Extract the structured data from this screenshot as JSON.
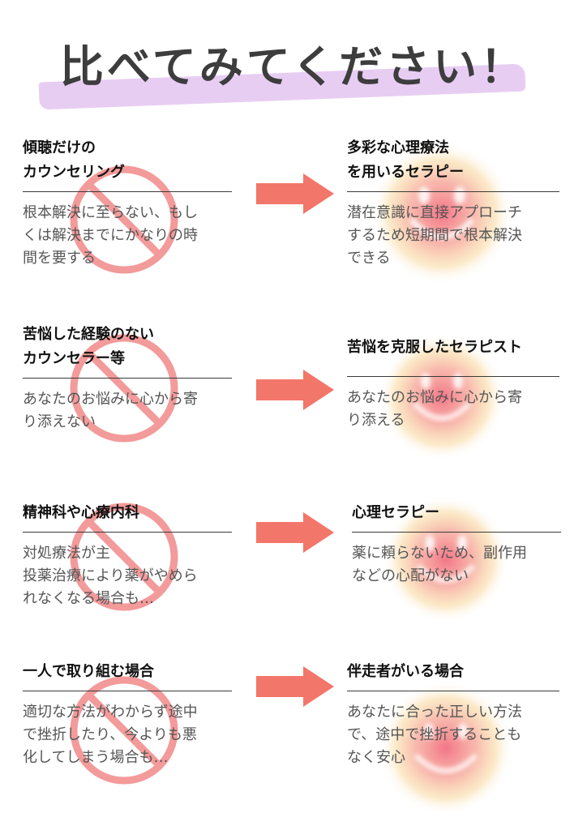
{
  "title": "比べてみてください！",
  "colors": {
    "highlight": "#e8cdf3",
    "arrow": "#f3766a",
    "no_sign": "#f39a9a",
    "smile_glow": "#f5d88a"
  },
  "rows": [
    {
      "left": {
        "heading": "傾聴だけの\nカウンセリング",
        "text": "根本解決に至らない、もし\nくは解決までにかなりの時\n間を要する"
      },
      "right": {
        "heading": "多彩な心理療法\nを用いるセラピー",
        "text": "潜在意識に直接アプローチ\nするため短期間で根本解決\nできる"
      }
    },
    {
      "left": {
        "heading": "苦悩した経験のない\nカウンセラー等",
        "text": "あなたのお悩みに心から寄\nり添えない"
      },
      "right": {
        "heading": "苦悩を克服したセラピスト",
        "text": "あなたのお悩みに心から寄\nり添える"
      }
    },
    {
      "left": {
        "heading": "精神科や心療内科",
        "text": "対処療法が主\n投薬治療により薬がやめら\nれなくなる場合も…"
      },
      "right": {
        "heading": "心理セラピー",
        "text": "薬に頼らないため、副作用\nなどの心配がない"
      }
    },
    {
      "left": {
        "heading": "一人で取り組む場合",
        "text": "適切な方法がわからず途中\nで挫折したり、今よりも悪\n化してしまう場合も…"
      },
      "right": {
        "heading": "伴走者がいる場合",
        "text": "あなたに合った正しい方法\nで、途中で挫折することも\nなく安心"
      }
    }
  ]
}
